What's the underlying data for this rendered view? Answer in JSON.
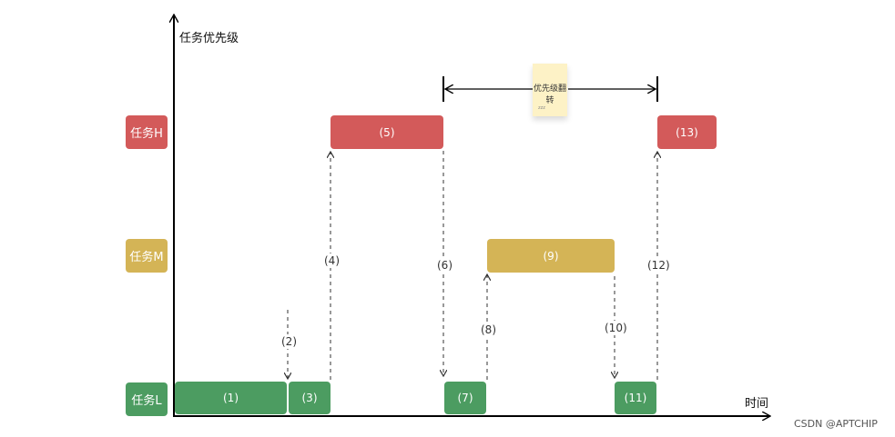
{
  "y_axis_title": "任务优先级",
  "x_axis_title": "时间",
  "tasks": {
    "high": "任务H",
    "mid": "任务M",
    "low": "任务L"
  },
  "bars": [
    "(1)",
    "(3)",
    "(5)",
    "(7)",
    "(9)",
    "(11)",
    "(13)"
  ],
  "steps": [
    "(2)",
    "(4)",
    "(6)",
    "(8)",
    "(10)",
    "(12)"
  ],
  "inversion_note": {
    "title": "优先级翻转",
    "sub": "zzz"
  },
  "watermark": "CSDN @APTCHIP",
  "colors": {
    "high": "#d35a5a",
    "mid": "#d4b456",
    "low": "#4c9c61"
  }
}
